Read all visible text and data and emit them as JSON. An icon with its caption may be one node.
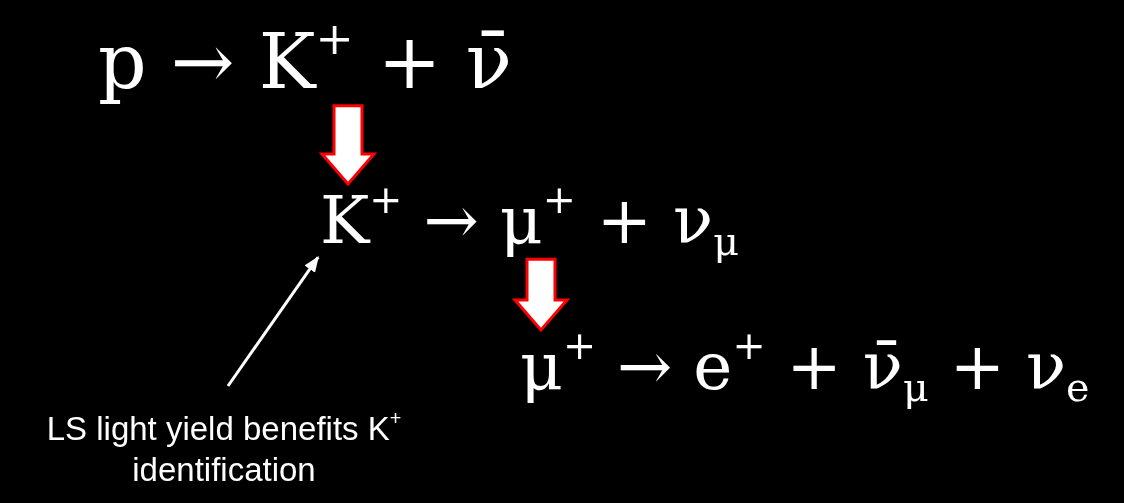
{
  "diagram": {
    "nodes": [
      {
        "text": [
          "p → K$^{+}$ + ν̄"
        ]
      },
      {
        "text": [
          "K$^{+}$ → μ$^{+}$ + ν$_{μ}$"
        ]
      },
      {
        "text": [
          "μ$^{+}$ → e$^{+}$ + ν̄$_{μ}$ + ν$_{e}$"
        ]
      },
      {
        "text": [
          "LS light yield benefits K$^{+}$ identification"
        ]
      }
    ],
    "edges": [
      {
        "from": 0,
        "to": 1,
        "arrow": "to",
        "style": "thick"
      },
      {
        "from": 1,
        "to": 2,
        "arrow": "to",
        "style": "thick"
      },
      {
        "from": 3,
        "to": 1,
        "arrow": "to",
        "color": "#ffffff"
      }
    ]
  }
}
